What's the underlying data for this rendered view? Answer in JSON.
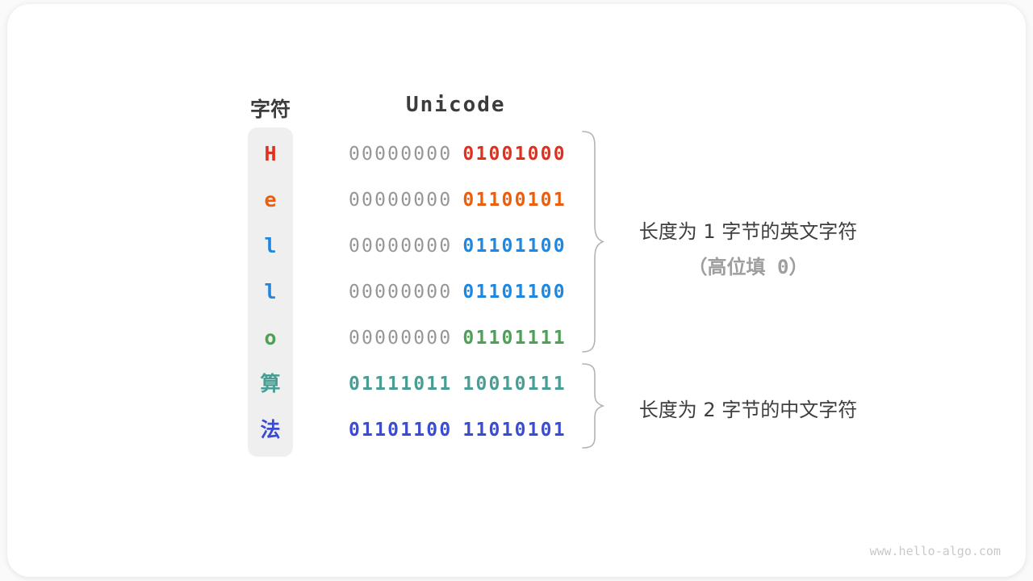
{
  "table": {
    "headers": {
      "char": "字符",
      "unicode": "Unicode"
    },
    "rows": [
      {
        "char": "H",
        "char_color": "#e0301e",
        "byte1": "00000000",
        "byte1_color": "#969696",
        "byte2": "01001000",
        "byte2_color": "#e0301e"
      },
      {
        "char": "e",
        "char_color": "#ec5e0c",
        "byte1": "00000000",
        "byte1_color": "#969696",
        "byte2": "01100101",
        "byte2_color": "#ec5e0c"
      },
      {
        "char": "l",
        "char_color": "#1e88e0",
        "byte1": "00000000",
        "byte1_color": "#969696",
        "byte2": "01101100",
        "byte2_color": "#1e88e0"
      },
      {
        "char": "l",
        "char_color": "#1e88e0",
        "byte1": "00000000",
        "byte1_color": "#969696",
        "byte2": "01101100",
        "byte2_color": "#1e88e0"
      },
      {
        "char": "o",
        "char_color": "#4da156",
        "byte1": "00000000",
        "byte1_color": "#969696",
        "byte2": "01101111",
        "byte2_color": "#4da156"
      },
      {
        "char": "算",
        "char_color": "#4a9d92",
        "byte1": "01111011",
        "byte1_color": "#4a9d92",
        "byte2": "10010111",
        "byte2_color": "#4a9d92"
      },
      {
        "char": "法",
        "char_color": "#3a4cd4",
        "byte1": "01101100",
        "byte1_color": "#3a4cd4",
        "byte2": "11010101",
        "byte2_color": "#3a4cd4"
      }
    ]
  },
  "annotations": {
    "group1": {
      "line1": "长度为 1 字节的英文字符",
      "line2": "（高位填 0）"
    },
    "group2": {
      "line1": "长度为 2 字节的中文字符"
    }
  },
  "watermark": "www.hello-algo.com",
  "palette": {
    "red": "#e0301e",
    "orange": "#ec5e0c",
    "blue": "#1e88e0",
    "green": "#4da156",
    "teal": "#4a9d92",
    "royal_blue": "#3a4cd4",
    "dim_gray": "#969696",
    "text_dark": "#3c3c3c",
    "text_gray": "#9e9e9e",
    "brace": "#b3b3b3",
    "column_bg": "#efefef",
    "watermark_gray": "#c9c9c9"
  }
}
